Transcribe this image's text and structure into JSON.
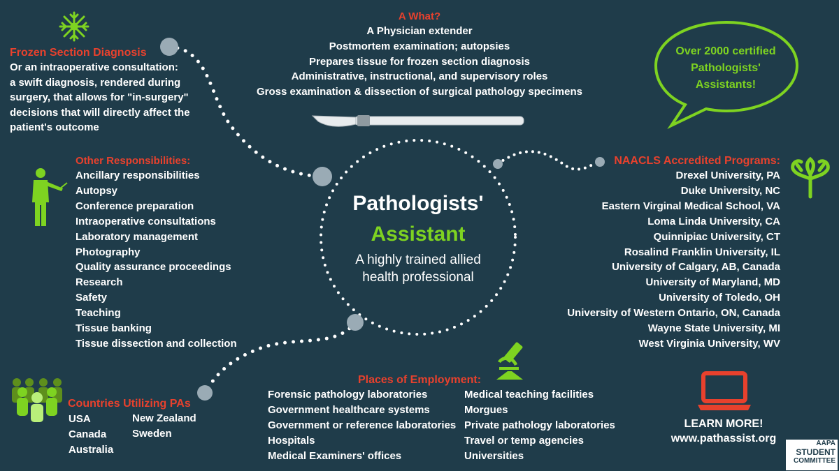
{
  "what": {
    "title": "A What?",
    "lines": [
      "A Physician extender",
      "Postmortem examination; autopsies",
      "Prepares tissue for frozen section diagnosis",
      "Administrative, instructional, and supervisory roles",
      "Gross examination & dissection of surgical pathology specimens"
    ]
  },
  "frozen": {
    "title": "Frozen Section Diagnosis",
    "lines": [
      "Or an intraoperative consultation:",
      "a swift diagnosis, rendered during",
      "surgery, that allows for \"in-surgery\"",
      "decisions that will directly affect the",
      "patient's outcome"
    ]
  },
  "speech": {
    "lines": [
      "Over 2000 certified",
      "Pathologists'",
      "Assistants!"
    ]
  },
  "other": {
    "title": "Other Responsibilities:",
    "items": [
      "Ancillary responsibilities",
      "Autopsy",
      "Conference preparation",
      "Intraoperative consultations",
      "Laboratory management",
      "Photography",
      "Quality assurance proceedings",
      "Research",
      "Safety",
      "Teaching",
      "Tissue banking",
      "Tissue dissection and collection"
    ]
  },
  "center": {
    "title_line1": "Pathologists'",
    "title_line2": "Assistant",
    "subtitle_line1": "A highly trained allied",
    "subtitle_line2": "health professional"
  },
  "naacls": {
    "title": "NAACLS Accredited Programs:",
    "items": [
      "Drexel University, PA",
      "Duke University, NC",
      "Eastern Virginal Medical School, VA",
      "Loma Linda University, CA",
      "Quinnipiac University, CT",
      "Rosalind Franklin University, IL",
      "University of Calgary, AB, Canada",
      "University of Maryland, MD",
      "University of Toledo, OH",
      "University of Western Ontario, ON, Canada",
      "Wayne State University, MI",
      "West Virginia University, WV"
    ]
  },
  "places": {
    "title": "Places of Employment:",
    "col1": [
      "Forensic pathology laboratories",
      "Government healthcare systems",
      "Government or reference laboratories",
      "Hospitals",
      "Medical Examiners' offices"
    ],
    "col2": [
      "Medical teaching facilities",
      "Morgues",
      "Private pathology laboratories",
      "Travel or temp agencies",
      "Universities"
    ]
  },
  "countries": {
    "title": "Countries Utilizing PAs",
    "col1": [
      "USA",
      "Canada",
      "Australia"
    ],
    "col2": [
      "New Zealand",
      "Sweden"
    ]
  },
  "learn": {
    "label": "LEARN MORE!",
    "url": "www.pathassist.org"
  },
  "logo": {
    "line1": "AAPA",
    "line2": "STUDENT",
    "line3": "COMMITTEE"
  },
  "colors": {
    "background": "#1f3c4a",
    "heading_red": "#e8412d",
    "accent_green": "#7ed321",
    "dot_gray": "#9aabb5"
  },
  "icons": [
    "snowflake-icon",
    "scalpel-icon",
    "teacher-icon",
    "tree-icon",
    "microscope-icon",
    "crowd-icon",
    "laptop-icon"
  ]
}
